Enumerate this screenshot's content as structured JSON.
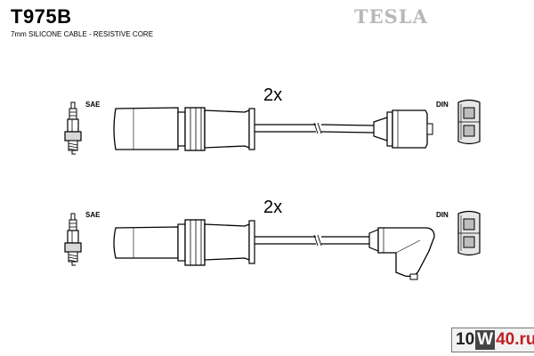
{
  "header": {
    "part_code": "T975B",
    "subtitle": "7mm SILICONE CABLE - RESISTIVE CORE",
    "brand": "TESLA"
  },
  "cables": [
    {
      "left_label": "SAE",
      "quantity": "2x",
      "right_label": "DIN",
      "coil_end": "straight"
    },
    {
      "left_label": "SAE",
      "quantity": "2x",
      "right_label": "DIN",
      "coil_end": "angled"
    }
  ],
  "watermark": {
    "part1": "10",
    "part2": "W",
    "part3": "40.ru"
  }
}
